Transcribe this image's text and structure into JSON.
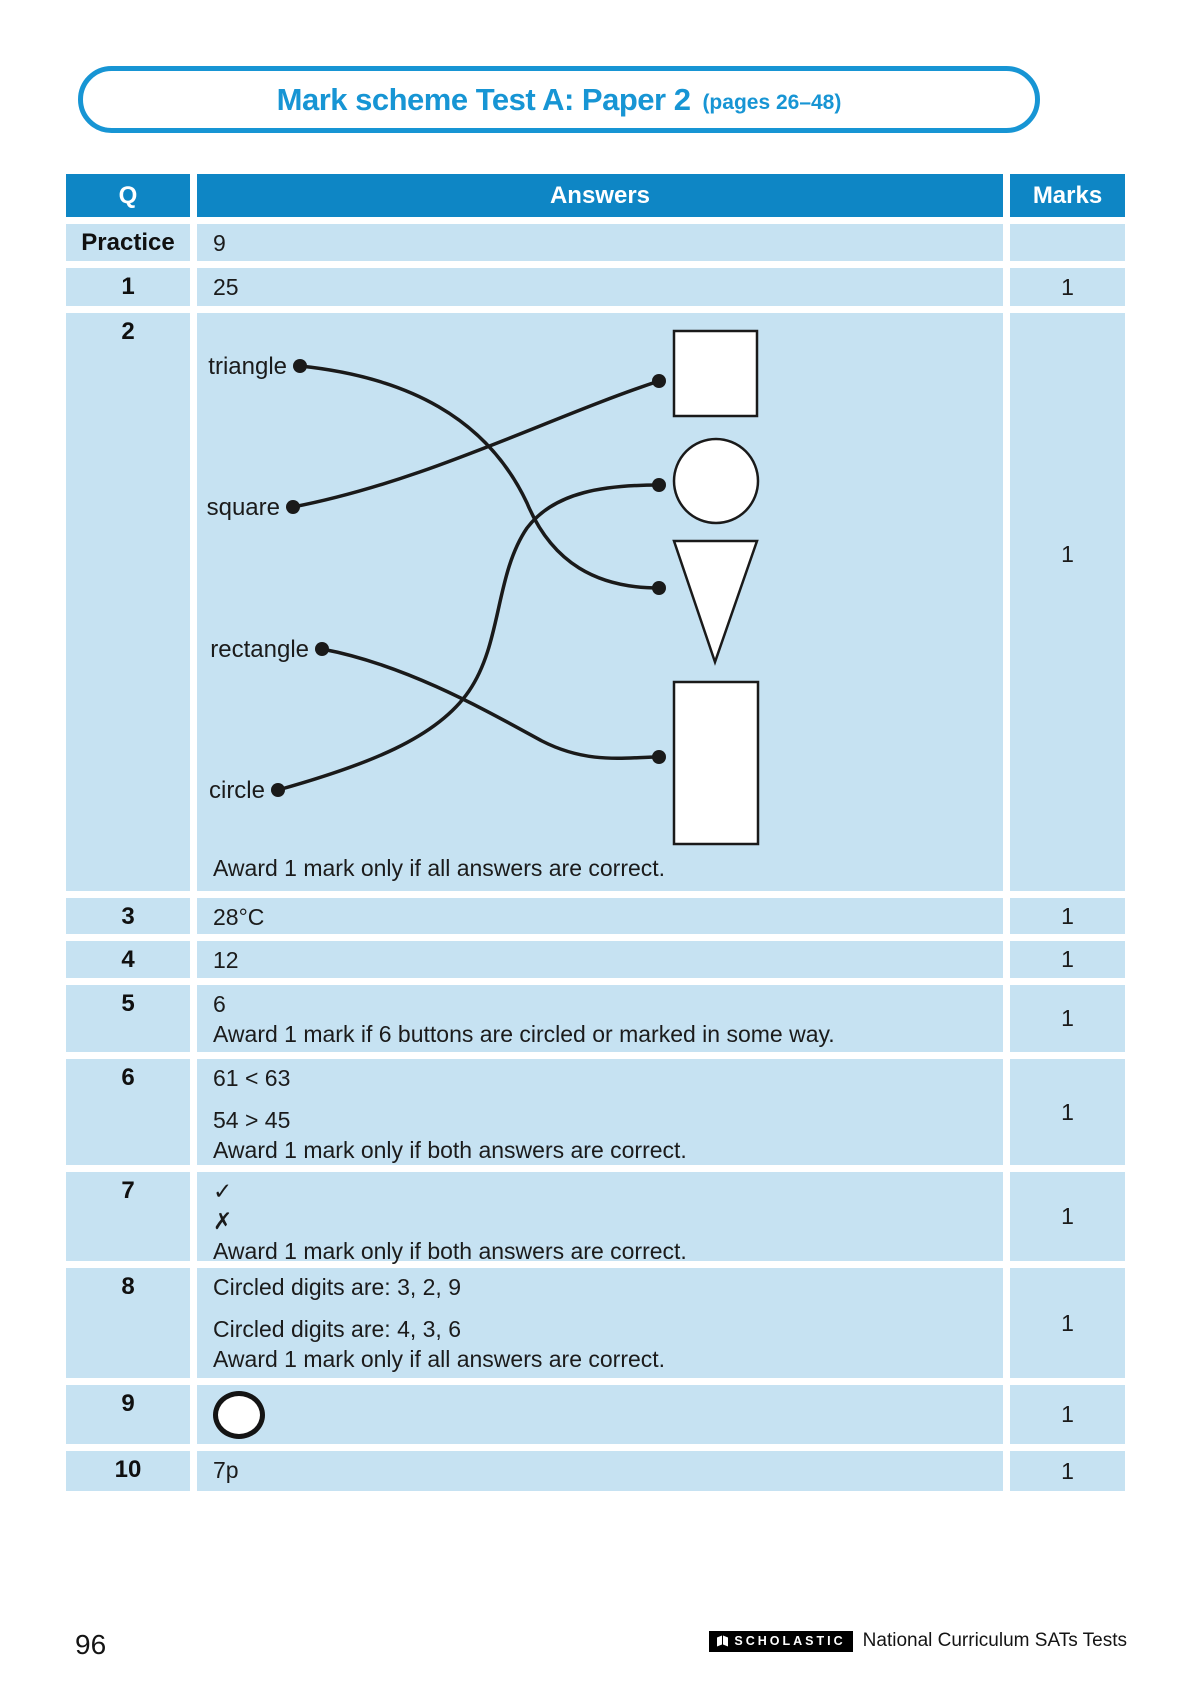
{
  "title": {
    "main": "Mark scheme Test A: Paper 2",
    "pages": "(pages 26–48)"
  },
  "colors": {
    "header_blue": "#0e86c5",
    "row_blue": "#c6e2f2",
    "title_blue": "#1795d4",
    "ink": "#1b1b1b"
  },
  "table": {
    "headers": {
      "q": "Q",
      "answers": "Answers",
      "marks": "Marks"
    },
    "rows": [
      {
        "q": "Practice",
        "groups": [
          [
            "9"
          ]
        ],
        "mark": ""
      },
      {
        "q": "1",
        "groups": [
          [
            "25"
          ]
        ],
        "mark": "1"
      },
      {
        "q": "2",
        "diagram": {
          "labels": [
            "triangle",
            "square",
            "rectangle",
            "circle"
          ],
          "shape_names": [
            "square",
            "circle",
            "triangle",
            "rectangle"
          ],
          "matches": [
            [
              "triangle",
              "triangle"
            ],
            [
              "square",
              "square"
            ],
            [
              "rectangle",
              "rectangle"
            ],
            [
              "circle",
              "circle"
            ]
          ]
        },
        "note": "Award 1 mark only if all answers are correct.",
        "mark": "1"
      },
      {
        "q": "3",
        "groups": [
          [
            "28°C"
          ]
        ],
        "mark": "1"
      },
      {
        "q": "4",
        "groups": [
          [
            "12"
          ]
        ],
        "mark": "1"
      },
      {
        "q": "5",
        "groups": [
          [
            "6",
            "Award 1 mark if 6 buttons are circled or marked in some way."
          ]
        ],
        "mark": "1"
      },
      {
        "q": "6",
        "groups": [
          [
            "61 < 63"
          ],
          [
            "54 > 45",
            "Award 1 mark only if both answers are correct."
          ]
        ],
        "mark": "1"
      },
      {
        "q": "7",
        "groups": [
          [
            "✓",
            "✗",
            "Award 1 mark only if both answers are correct."
          ]
        ],
        "mark": "1"
      },
      {
        "q": "8",
        "groups": [
          [
            "Circled digits are: 3, 2, 9"
          ],
          [
            "Circled digits are: 4, 3, 6",
            "Award 1 mark only if all answers are correct."
          ]
        ],
        "mark": "1"
      },
      {
        "q": "9",
        "drawn_shape": "circle",
        "mark": "1"
      },
      {
        "q": "10",
        "groups": [
          [
            "7p"
          ]
        ],
        "mark": "1"
      }
    ]
  },
  "footer": {
    "page_number": "96",
    "publisher": "SCHOLASTIC",
    "series": "National Curriculum SATs Tests"
  }
}
